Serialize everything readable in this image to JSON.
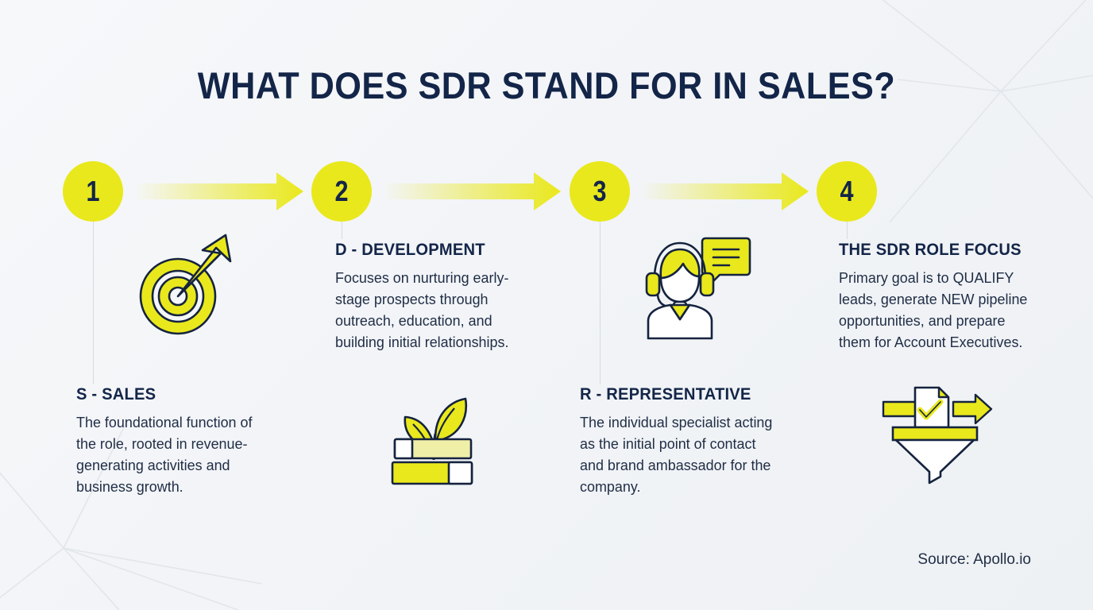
{
  "title": "WHAT DOES SDR STAND FOR IN SALES?",
  "colors": {
    "yellow": "#e9e81c",
    "navy": "#132548",
    "body_text": "#1f2d45",
    "background": "#f2f4f7",
    "connector_line": "#d6dadf"
  },
  "steps": [
    {
      "number": "1",
      "heading": "S - SALES",
      "body": "The foundational function of the role, rooted in revenue-generating activities and business growth.",
      "icon": "target-arrow-icon"
    },
    {
      "number": "2",
      "heading": "D - DEVELOPMENT",
      "body": "Focuses on nurturing early-stage prospects through outreach, education, and building initial relationships.",
      "icon": "seedling-books-icon"
    },
    {
      "number": "3",
      "heading": "R - REPRESENTATIVE",
      "body": "The individual specialist acting as the initial point of contact and brand ambassador for the company.",
      "icon": "headset-agent-icon"
    },
    {
      "number": "4",
      "heading": "THE SDR ROLE FOCUS",
      "body": "Primary goal is to QUALIFY leads, generate NEW pipeline opportunities, and prepare them for Account Executives.",
      "icon": "funnel-document-icon"
    }
  ],
  "arrows": [
    {
      "name": "arrow-1-to-2"
    },
    {
      "name": "arrow-2-to-3"
    },
    {
      "name": "arrow-3-to-4"
    }
  ],
  "source": "Source: Apollo.io"
}
